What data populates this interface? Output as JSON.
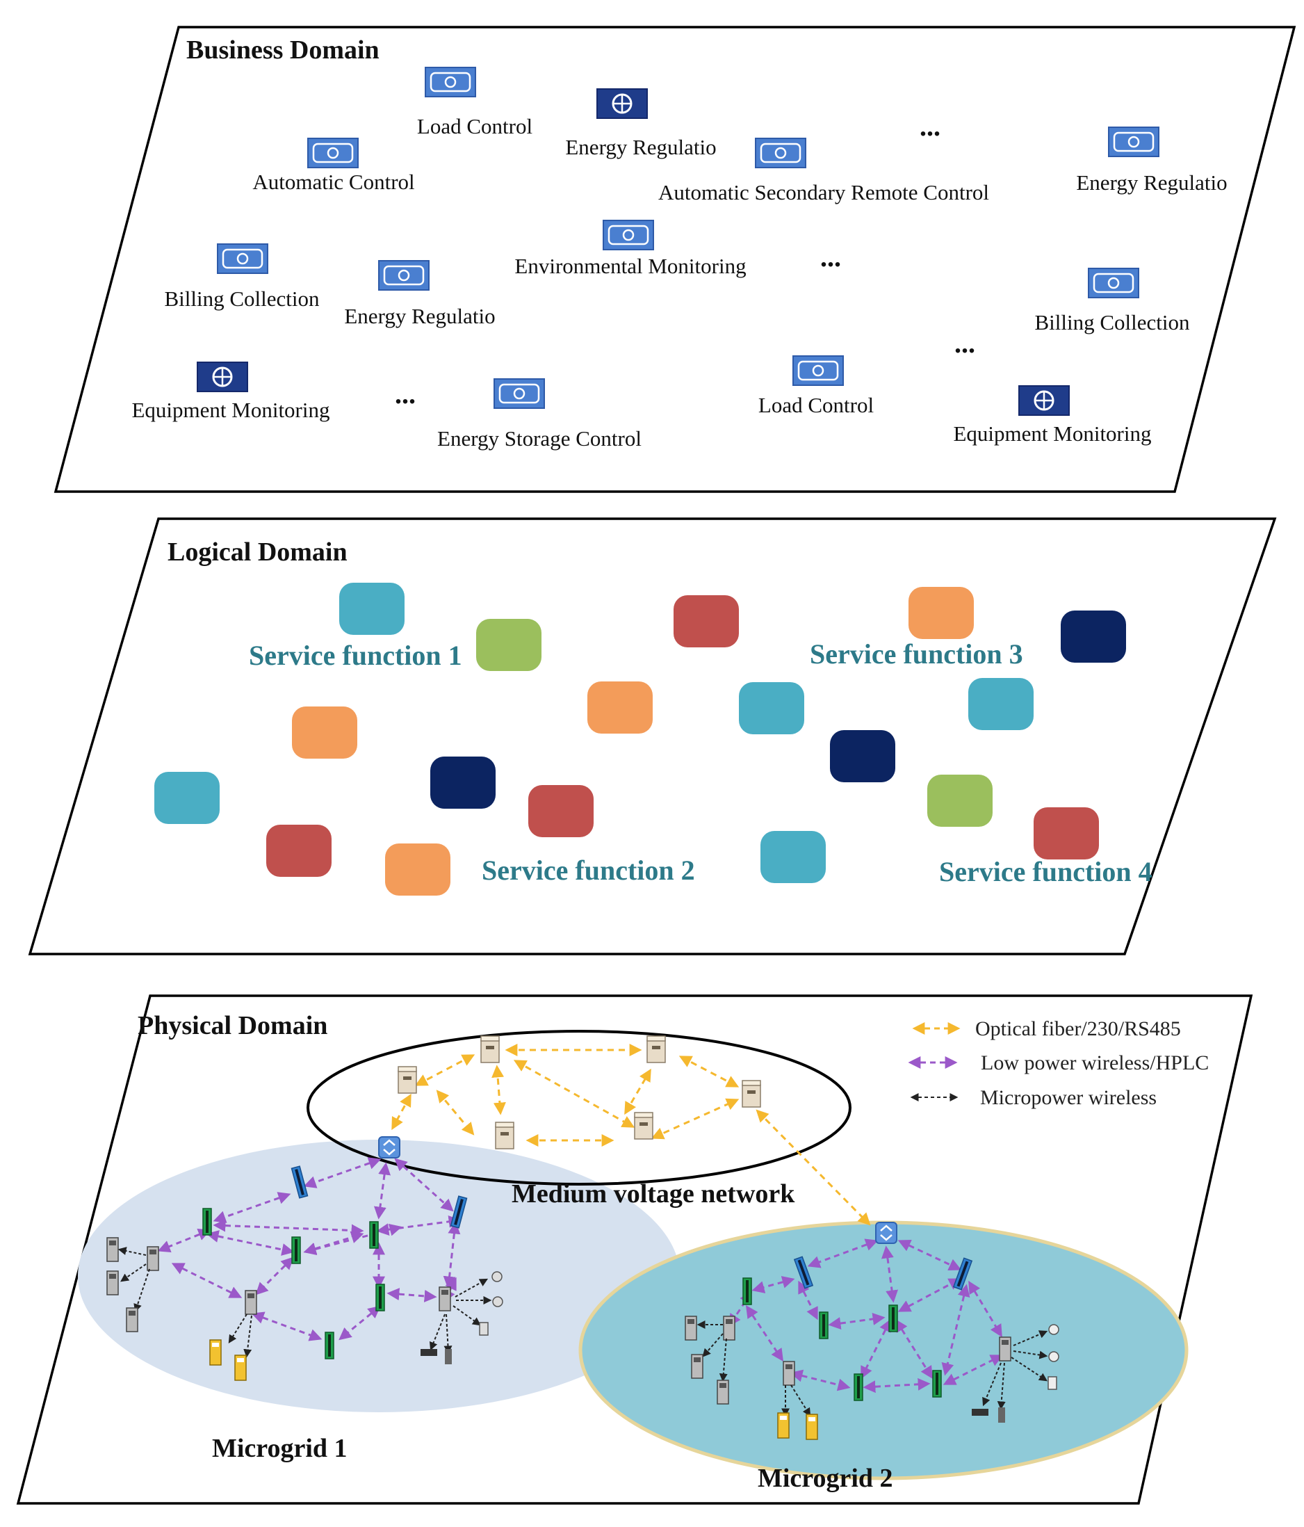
{
  "business_domain": {
    "title": "Business Domain",
    "services": [
      "Load Control",
      "Energy Regulatio",
      "Automatic Control",
      "Automatic Secondary Remote Control",
      "Energy Regulatio",
      "Billing Collection",
      "Energy Regulatio",
      "Environmental Monitoring",
      "Billing Collection",
      "Equipment Monitoring",
      "Energy Storage Control",
      "Load Control",
      "Equipment Monitoring"
    ],
    "ellipsis": "..."
  },
  "logical_domain": {
    "title": "Logical Domain",
    "service_functions": [
      "Service function 1",
      "Service function 2",
      "Service function 3",
      "Service function 4"
    ],
    "colors": {
      "teal": "#4aaec4",
      "green": "#9bbf5d",
      "red": "#c0504d",
      "orange": "#f39c5a",
      "navy": "#0c2461"
    }
  },
  "physical_domain": {
    "title": "Physical Domain",
    "medium_voltage_label": "Medium voltage network",
    "microgrid_1_label": "Microgrid 1",
    "microgrid_2_label": "Microgrid 2",
    "legend": {
      "optical": "Optical fiber/230/RS485",
      "low_power": "Low power wireless/HPLC",
      "micropower": "Micropower wireless"
    },
    "colors": {
      "optical": "#f5b82e",
      "low_power": "#9b59c9",
      "micropower": "#222222",
      "microgrid_1_fill": "#d6e1ef",
      "microgrid_2_fill": "#8fcad8",
      "microgrid_2_border": "#e6d59a"
    }
  }
}
